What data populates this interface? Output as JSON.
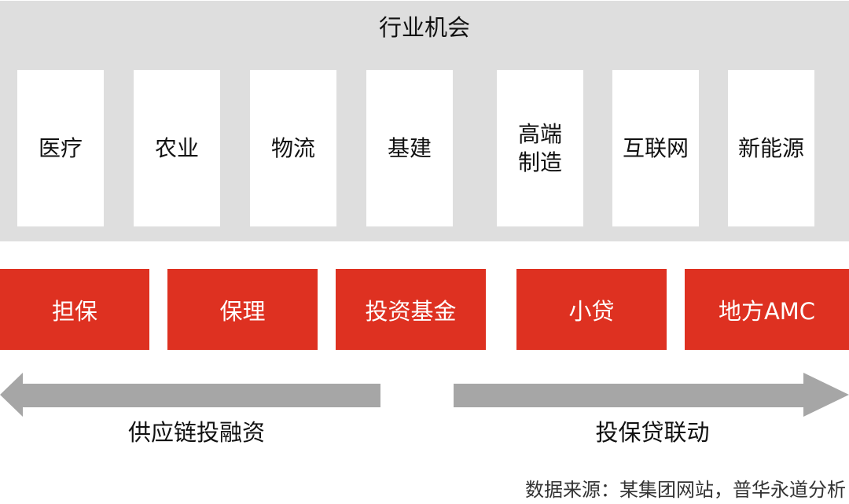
{
  "panel": {
    "title": "行业机会",
    "industries": [
      {
        "label": "医疗"
      },
      {
        "label": "农业"
      },
      {
        "label": "物流"
      },
      {
        "label": "基建"
      },
      {
        "label": "高端\n制造"
      },
      {
        "label": "互联网"
      },
      {
        "label": "新能源"
      }
    ]
  },
  "services": [
    {
      "label": "担保"
    },
    {
      "label": "保理"
    },
    {
      "label": "投资基金"
    },
    {
      "label": "小贷"
    },
    {
      "label": "地方AMC"
    }
  ],
  "arrows": {
    "left": {
      "label": "供应链投融资",
      "direction": "left"
    },
    "right": {
      "label": "投保贷联动",
      "direction": "right"
    }
  },
  "source": "数据来源：某集团网站，普华永道分析",
  "colors": {
    "panel_bg": "#dedede",
    "card_bg": "#ffffff",
    "service_red": "#de3121",
    "arrow_gray": "#a6a6a6"
  }
}
